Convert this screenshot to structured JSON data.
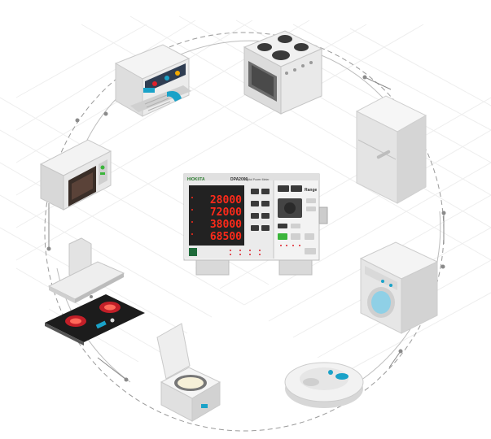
{
  "meter": {
    "brand": "HIOKI/TA",
    "model": "DPA2000",
    "model_subtitle": "Digital Power Meter",
    "readings": [
      "28000",
      "72000",
      "38000",
      "68500"
    ],
    "range_label": "Range"
  },
  "appliances": [
    {
      "id": "electric-stove",
      "name": "Electric Stove"
    },
    {
      "id": "refrigerator",
      "name": "Refrigerator"
    },
    {
      "id": "washing-machine",
      "name": "Washing Machine"
    },
    {
      "id": "robot-vacuum",
      "name": "Robot Vacuum"
    },
    {
      "id": "rice-cooker",
      "name": "Rice Cooker"
    },
    {
      "id": "induction-cooktop",
      "name": "Induction Cooktop"
    },
    {
      "id": "range-hood",
      "name": "Range Hood"
    },
    {
      "id": "microwave-oven",
      "name": "Microwave Oven"
    },
    {
      "id": "coffee-machine",
      "name": "Coffee Machine"
    }
  ],
  "colors": {
    "display_red": "#ff2a1a",
    "cooktop_glow": "#e0202a",
    "accent_teal": "#1aa2c8",
    "status_green": "#3bb53b",
    "ring_line": "#9a9a9a"
  }
}
